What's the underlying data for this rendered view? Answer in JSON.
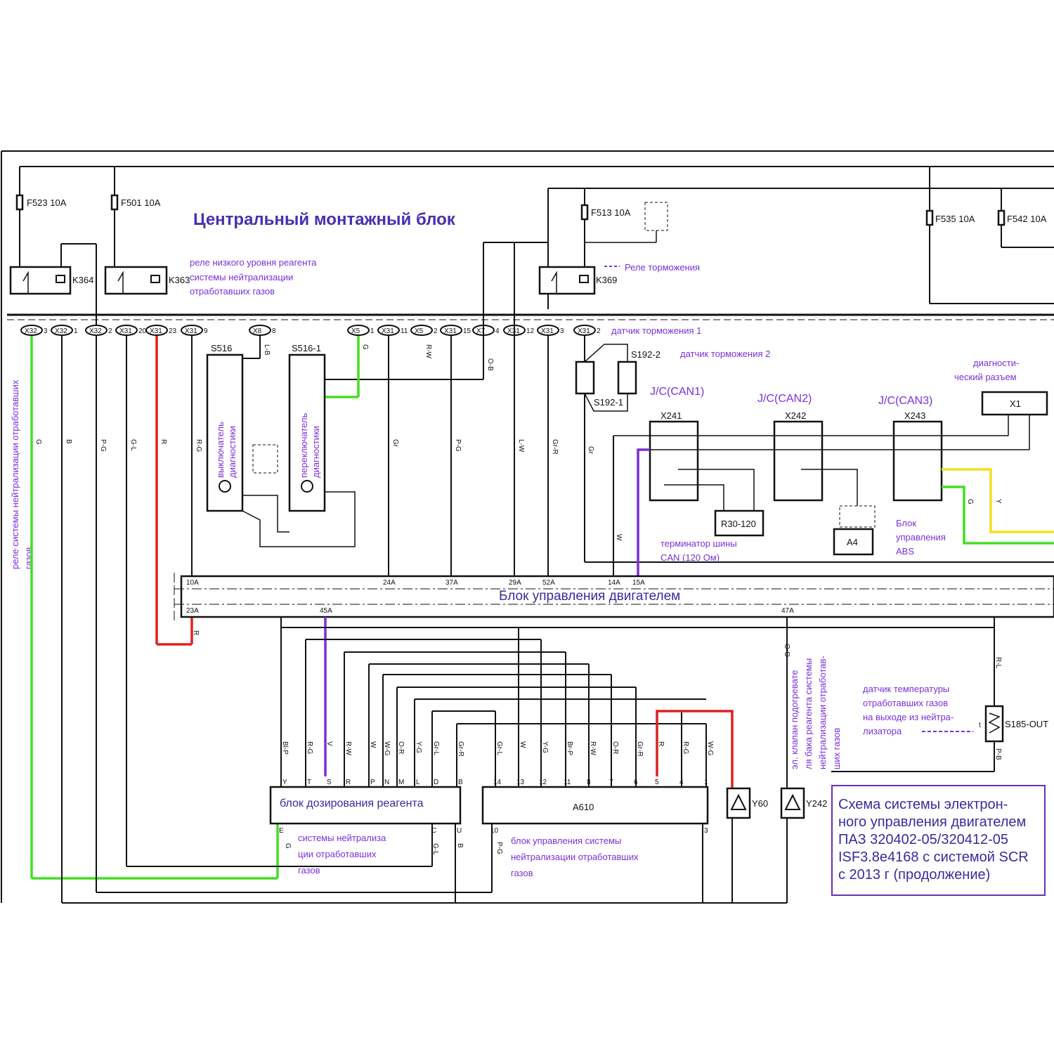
{
  "heading": "Центральный монтажный блок",
  "ecu_band_label": "Блок управления двигателем",
  "title_block": {
    "lines": [
      "Схема системы электрон-",
      "ного управления двигателем",
      "ПАЗ 320402-05/320412-05",
      "ISF3.8e4168 с системой SCR",
      "с 2013 г (продолжение)"
    ]
  },
  "fuses": [
    "F523 10A",
    "F501 10A",
    "F513 10A",
    "F535 10A",
    "F542 10A"
  ],
  "relays": {
    "k364": "K364",
    "k363": "K363",
    "k369": "K369"
  },
  "annotations": {
    "k363_1": "реле низкого уровня реагента",
    "k363_2": "системы нейтрализации",
    "k363_3": "отработавших газов",
    "k369": "Реле торможения",
    "k364_vert_1": "реле системы нейтрализации отработавших",
    "k364_vert_2": "газов",
    "brake_sensor_1": "датчик торможения 1",
    "brake_sensor_2": "датчик торможения 2",
    "diag_conn_1": "диагности-",
    "diag_conn_2": "ческий разъем",
    "jc1": "J/C(CAN1)",
    "jc2": "J/C(CAN2)",
    "jc3": "J/C(CAN3)",
    "terminator_1": "терминатор шины",
    "terminator_2": "CAN (120 Ом)",
    "abs_1": "Блок",
    "abs_2": "управления",
    "abs_3": "ABS",
    "s516_1": "выключатель",
    "s516_2": "диагностики",
    "s5161_1": "переключатель",
    "s5161_2": "диагностики",
    "temp_1": "датчик температуры",
    "temp_2": "отработавших газов",
    "temp_3": "на выходе из нейтра-",
    "temp_4": "лизатора",
    "heater_1": "эл. клапан подогревате",
    "heater_2": "ля бака реагента системы",
    "heater_3": "нейтрализации отработав-",
    "heater_4": "ших газов",
    "doser_1": "блок дозирования реагента",
    "doser_2": "системы нейтрализа",
    "doser_3": "ции отработавших",
    "doser_4": "газов",
    "a610_1": "блок управления системы",
    "a610_2": "нейтрализации отработавших",
    "a610_3": "газов"
  },
  "components": {
    "s516": "S516",
    "s5161": "S516-1",
    "s1922": "S192-2",
    "s1921": "S192-1",
    "x241": "X241",
    "x242": "X242",
    "x243": "X243",
    "x1": "X1",
    "r30": "R30-120",
    "a4": "A4",
    "a610": "A610",
    "y60": "Y60",
    "y242": "Y242",
    "s185": "S185-OUT"
  },
  "connectors": [
    {
      "id": "X32",
      "pin": "3"
    },
    {
      "id": "X32",
      "pin": "1"
    },
    {
      "id": "X32",
      "pin": "2"
    },
    {
      "id": "X31",
      "pin": "20"
    },
    {
      "id": "X31",
      "pin": "23"
    },
    {
      "id": "X31",
      "pin": "9"
    },
    {
      "id": "X8",
      "pin": "8"
    },
    {
      "id": "X5",
      "pin": "1"
    },
    {
      "id": "X31",
      "pin": "11"
    },
    {
      "id": "X5",
      "pin": "2"
    },
    {
      "id": "X31",
      "pin": "15"
    },
    {
      "id": "X7",
      "pin": "4"
    },
    {
      "id": "X31",
      "pin": "12"
    },
    {
      "id": "X31",
      "pin": "3"
    },
    {
      "id": "X31",
      "pin": "2"
    }
  ],
  "ecu_pins_top": [
    "10A",
    "24A",
    "37A",
    "29A",
    "52A",
    "14A",
    "15A"
  ],
  "ecu_pins_bottom": [
    "23A",
    "45A",
    "47A"
  ],
  "wire_codes_upper": [
    "G",
    "B",
    "P-G",
    "G-L",
    "R",
    "R-G",
    "L-B",
    "G",
    "Gr",
    "R-W",
    "P-G",
    "O-B",
    "L-W",
    "Gr-R",
    "Gr",
    "W",
    "G",
    "Y"
  ],
  "doser_pins": [
    "Y",
    "T",
    "S",
    "R",
    "P",
    "N",
    "M",
    "L",
    "D",
    "B"
  ],
  "doser_wires": [
    "Bl-P",
    "R-G",
    "V",
    "R-W",
    "W",
    "W-G",
    "O-R",
    "Y-G",
    "Gr-L",
    "Gr-R"
  ],
  "a610_pins": [
    "14",
    "13",
    "12",
    "11",
    "8",
    "7",
    "6",
    "5",
    "4",
    "1"
  ],
  "a610_wires": [
    "Gr-L",
    "W",
    "Y-G",
    "Br-P",
    "R-W",
    "O-R",
    "Gr-R",
    "R",
    "R-G",
    "W-G"
  ],
  "misc": {
    "doser_e": "E",
    "doser_c": "C",
    "doser_u": "U",
    "a610_10": "10",
    "a610_3": "3",
    "wire_g": "G",
    "wire_gl": "G-L",
    "wire_b": "B",
    "wire_pg": "P-G",
    "wire_go": "G-O",
    "wire_rl": "R-L",
    "wire_pb": "P-B",
    "wire_r": "R",
    "pin_t": "t"
  },
  "colors": {
    "green_wire": "#44dd22",
    "red_wire": "#e02020",
    "purple_wire": "#7b2fd6",
    "yellow_wire": "#f0e020",
    "annotation": "#7b2fd6"
  }
}
